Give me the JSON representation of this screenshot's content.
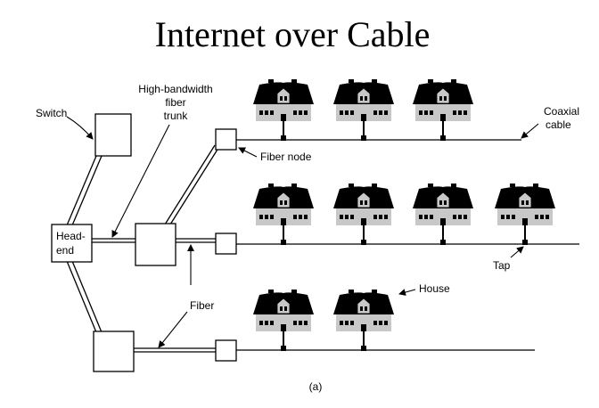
{
  "title": "Internet over Cable",
  "labels": {
    "switch": "Switch",
    "trunk_line1": "High-bandwidth",
    "trunk_line2": "fiber",
    "trunk_line3": "trunk",
    "headend_line1": "Head-",
    "headend_line2": "end",
    "fiber_node": "Fiber node",
    "coax_line1": "Coaxial",
    "coax_line2": "cable",
    "tap": "Tap",
    "house": "House",
    "fiber": "Fiber",
    "caption": "(a)"
  },
  "colors": {
    "roof": "#000000",
    "wall": "#c8c8c8",
    "line": "#000000"
  }
}
